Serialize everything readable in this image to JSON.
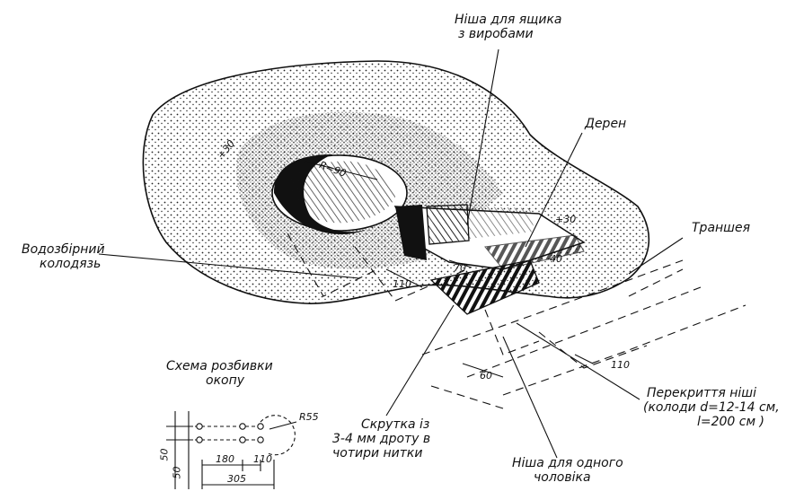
{
  "labels": {
    "niche_box": [
      "Ніша для ящика",
      "з виробами"
    ],
    "turf": "Дерен",
    "trench": "Траншея",
    "water_well": [
      "Водозбірний",
      "колодязь"
    ],
    "niche_cover": [
      "Перекриття ніші",
      "(колоди d=12-14 см,",
      "l=200 см )"
    ],
    "twist": [
      "Скрутка із",
      "3-4 мм дроту в",
      "чотири нитки"
    ],
    "niche_person": [
      "Ніша для одного",
      "чоловіка"
    ],
    "layout_scheme": [
      "Схема розбивки",
      "окопу"
    ]
  },
  "dimensions": {
    "r90": "R=90",
    "plus30_left": "+30",
    "plus30_right": "+30",
    "d40": "40",
    "d70": "70",
    "d110_left": "110",
    "d60": "60",
    "d110_right": "110",
    "r55": "R55",
    "d50_a": "50",
    "d50_b": "50",
    "d180": "180",
    "d110_scheme": "110",
    "d305": "305"
  },
  "colors": {
    "ink": "#111111",
    "background": "#ffffff"
  }
}
